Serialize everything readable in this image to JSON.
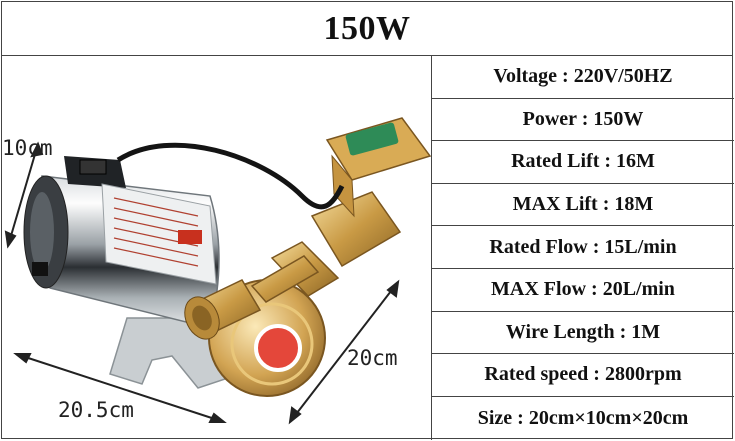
{
  "title": "150W",
  "dimensions": {
    "height_label": "10cm",
    "width_label": "20.5cm",
    "depth_label": "20cm"
  },
  "specs": [
    "Voltage : 220V/50HZ",
    "Power : 150W",
    "Rated Lift : 16M",
    "MAX Lift : 18M",
    "Rated Flow : 15L/min",
    "MAX Flow : 20L/min",
    "Wire Length : 1M",
    "Rated speed : 2800rpm",
    "Size : 20cm×10cm×20cm"
  ]
}
